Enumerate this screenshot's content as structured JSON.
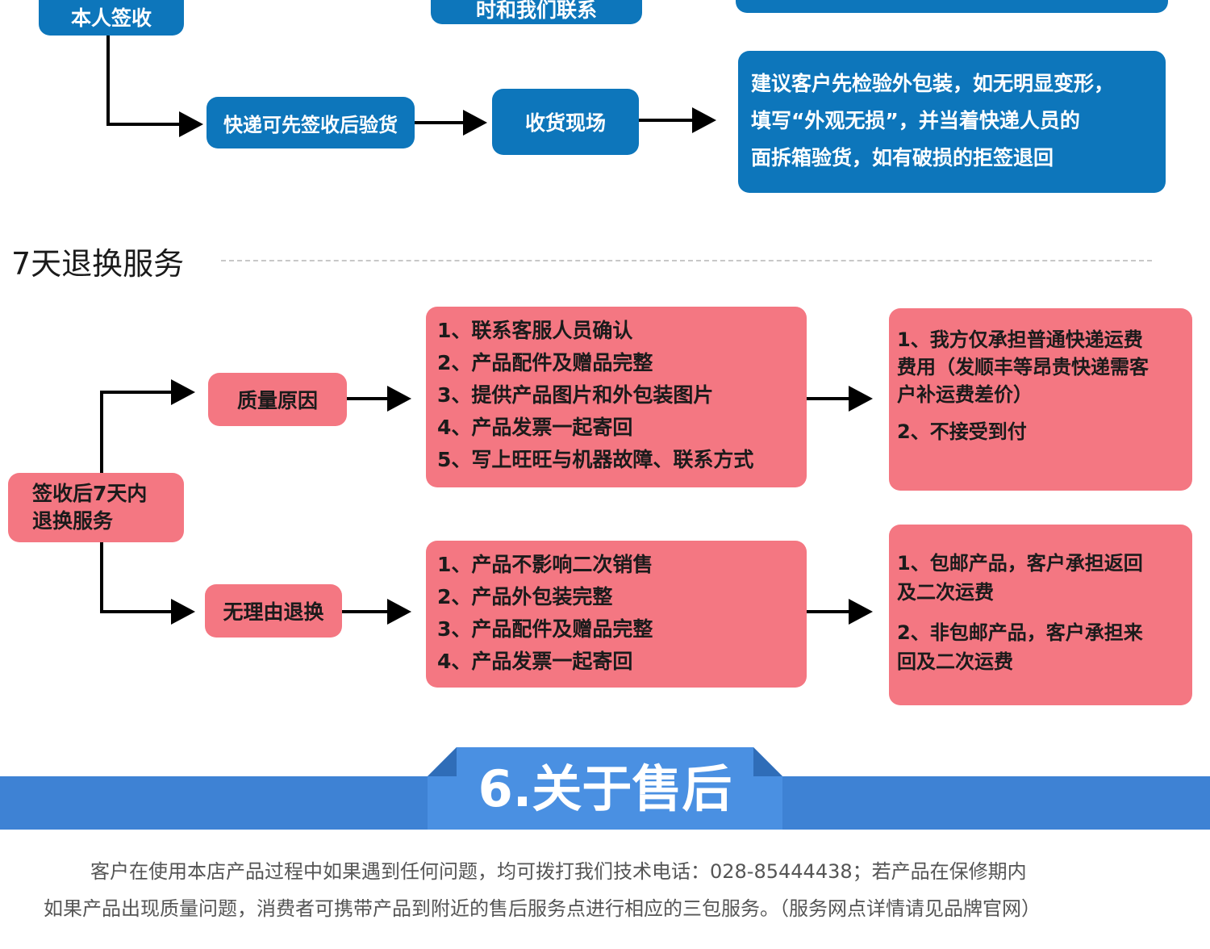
{
  "top_flow": {
    "top_left_box": "本人签收",
    "top_mid_box": "时和我们联系",
    "express_box": "快递可先签收后验货",
    "scene_box": "收货现场",
    "advice_lines": [
      "建议客户先检验外包装，如无明显变形，",
      "填写“外观无损”，并当着快递人员的",
      "面拆箱验货，如有破损的拒签退回"
    ]
  },
  "section_title": "7天退换服务",
  "return_flow": {
    "root": [
      "签收后7天内",
      "退换服务"
    ],
    "quality": {
      "label": "质量原因",
      "steps": [
        "1、联系客服人员确认",
        "2、产品配件及赠品完整",
        "3、提供产品图片和外包装图片",
        "4、产品发票一起寄回",
        "5、写上旺旺与机器故障、联系方式"
      ],
      "result_1_lines": [
        "1、我方仅承担普通快递运费",
        "费用（发顺丰等昂贵快递需客",
        "户补运费差价）"
      ],
      "result_2": "2、不接受到付"
    },
    "no_reason": {
      "label": "无理由退换",
      "steps": [
        "1、产品不影响二次销售",
        "2、产品外包装完整",
        "3、产品配件及赠品完整",
        "4、产品发票一起寄回"
      ],
      "result_1_lines": [
        "1、包邮产品，客户承担返回",
        "及二次运费"
      ],
      "result_2_lines": [
        "2、非包邮产品，客户承担来",
        "回及二次运费"
      ]
    }
  },
  "banner": {
    "title": "6.关于售后"
  },
  "footer": {
    "line1": "客户在使用本店产品过程中如果遇到任何问题，均可拨打我们技术电话：028-85444438；若产品在保修期内",
    "line2": "如果产品出现质量问题，消费者可携带产品到附近的售后服务点进行相应的三包服务。（服务网点详情请见品牌官网）"
  },
  "colors": {
    "blue_box": "#0d76bb",
    "pink_box": "#f47782",
    "banner_bar": "#3e82d4",
    "banner_tab": "#4a90e2"
  }
}
